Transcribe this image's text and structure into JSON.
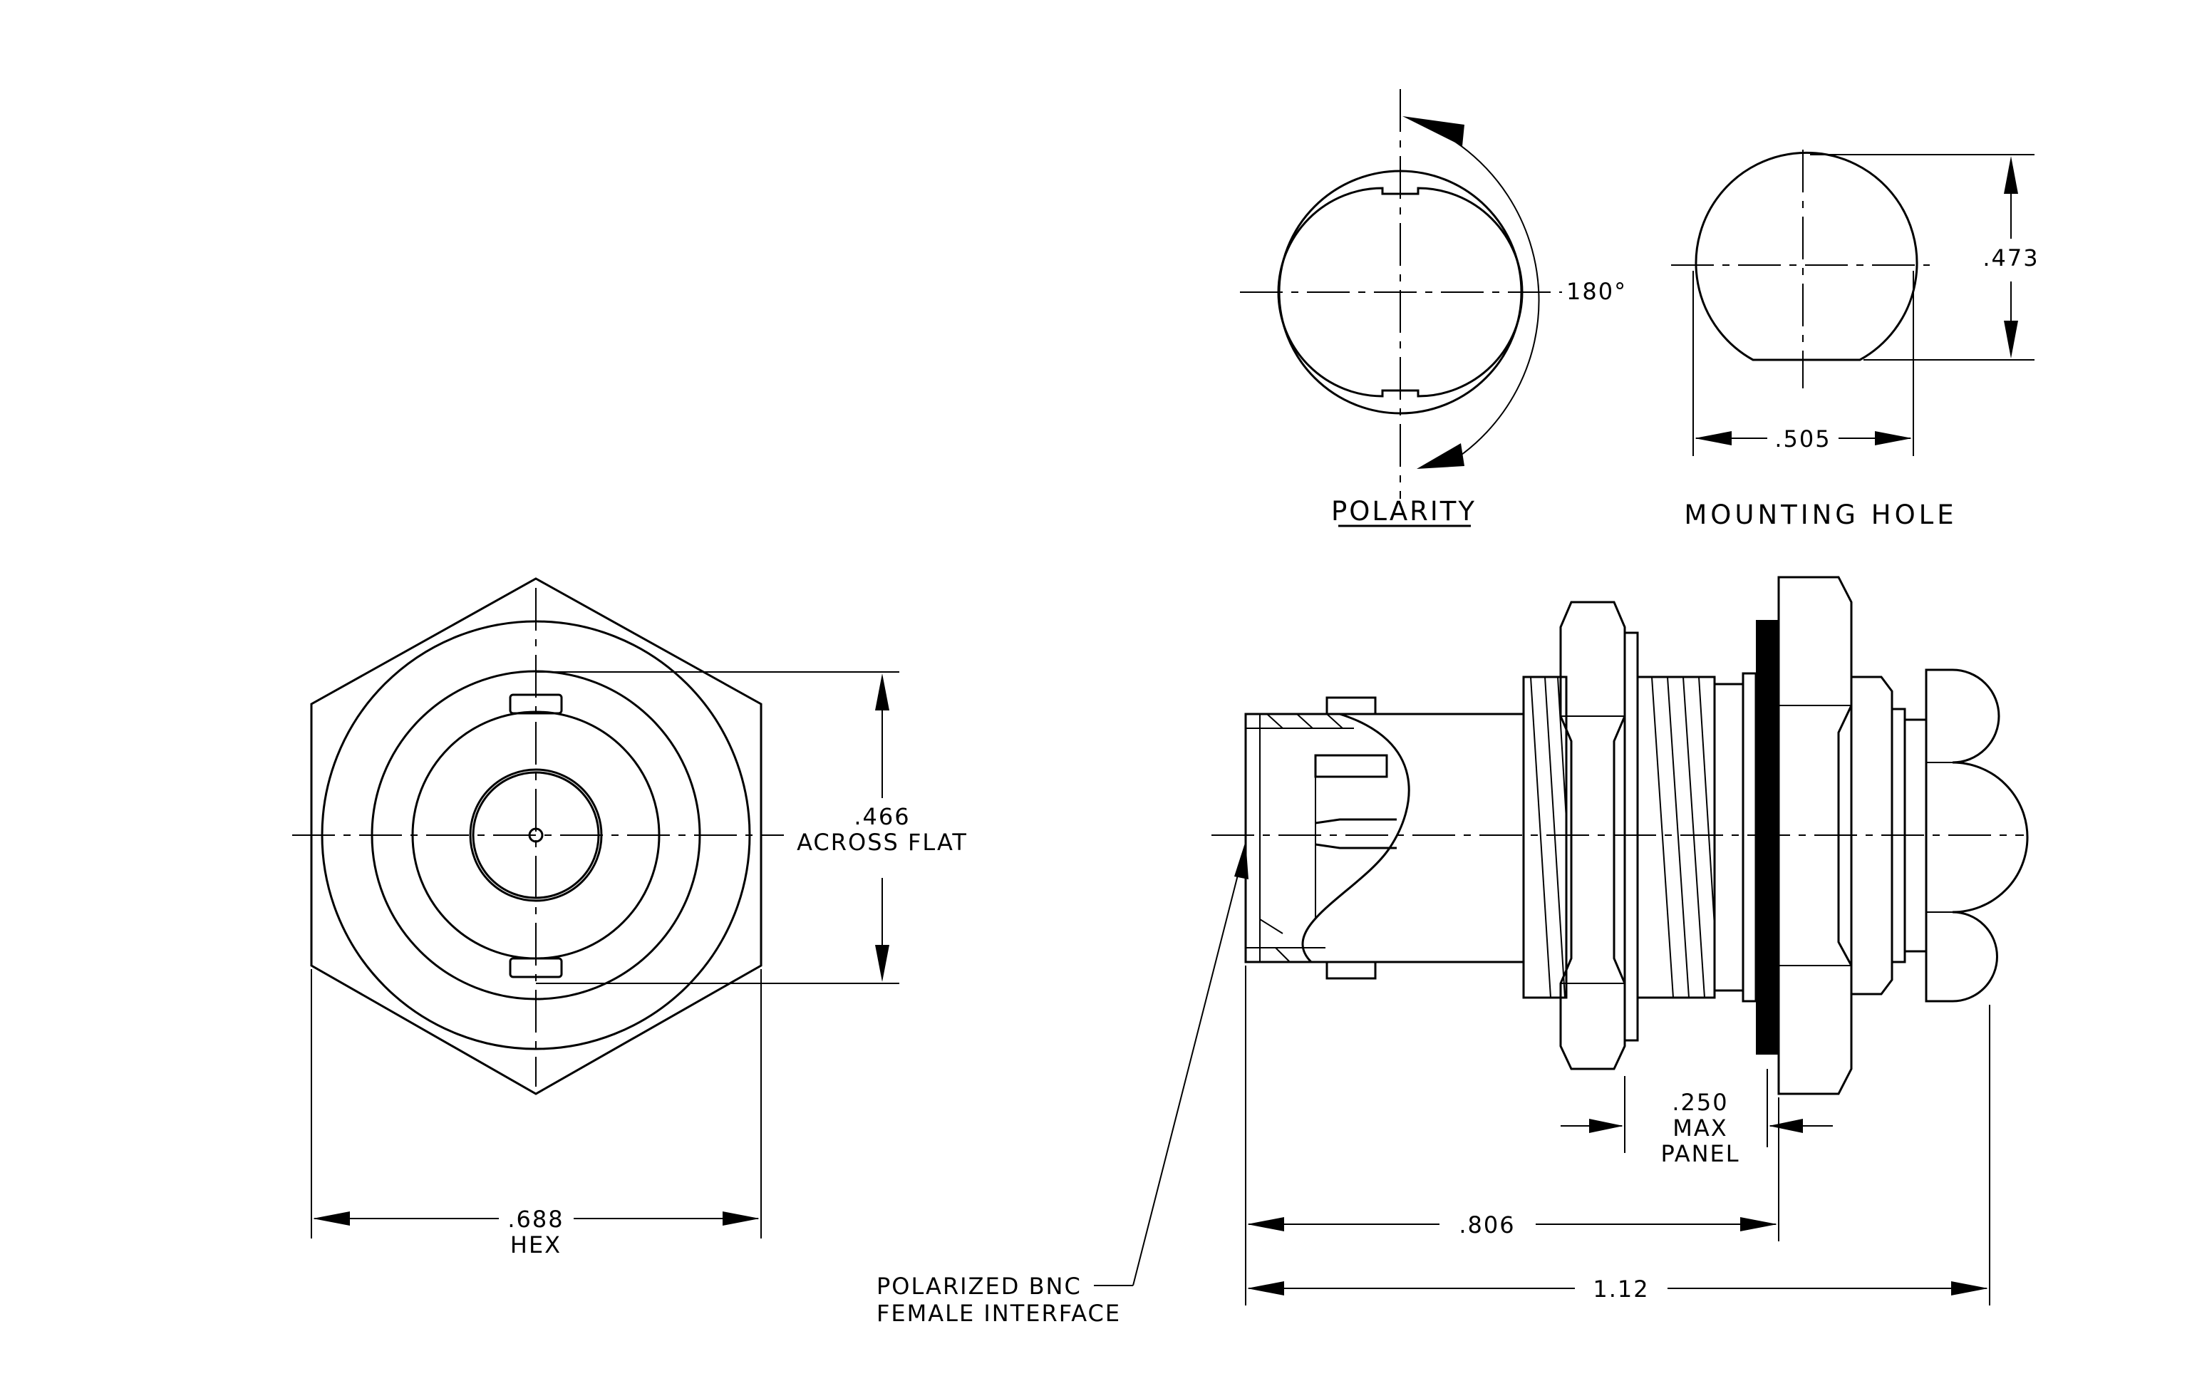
{
  "views": {
    "polarity": {
      "title": "POLARITY",
      "angle": "180°"
    },
    "mounting_hole": {
      "title": "MOUNTING HOLE",
      "height_dim": ".473",
      "width_dim": ".505"
    },
    "front": {
      "across_flat_value": ".466",
      "across_flat_label": "ACROSS FLAT",
      "hex_value": ".688",
      "hex_label": "HEX"
    },
    "side": {
      "panel_value": ".250",
      "panel_line2": "MAX",
      "panel_line3": "PANEL",
      "length_dim": ".806",
      "overall_dim": "1.12",
      "callout_line1": "POLARIZED BNC",
      "callout_line2": "FEMALE INTERFACE"
    }
  }
}
